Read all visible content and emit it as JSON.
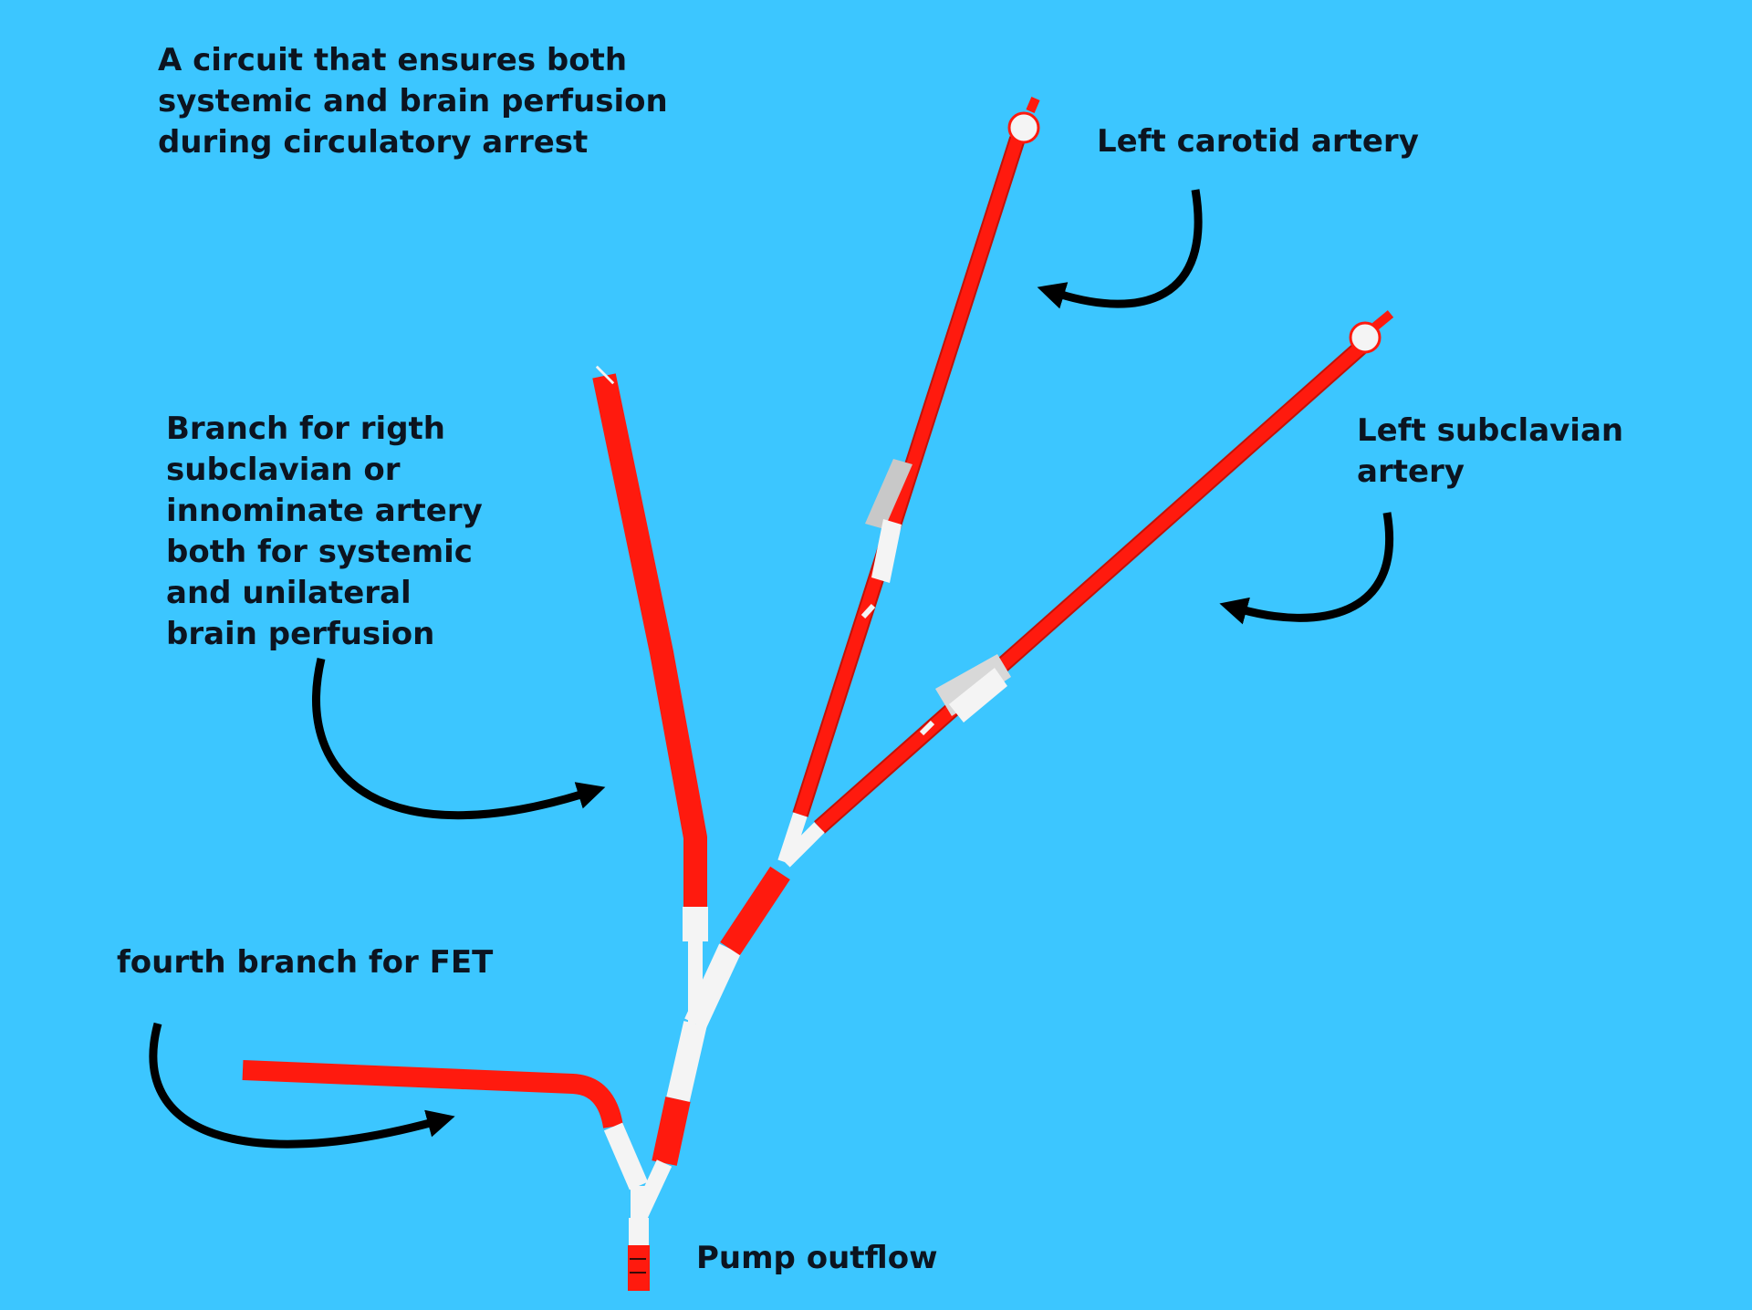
{
  "title_lines": [
    "A circuit that ensures both",
    "systemic and brain perfusion",
    "during circulatory arrest"
  ],
  "labels": {
    "left_carotid": [
      "Left carotid artery"
    ],
    "left_subclavian": [
      "Left subclavian",
      "artery"
    ],
    "right_branch": [
      "Branch for rigth",
      "subclavian or",
      "innominate artery",
      "both for systemic",
      "and unilateral",
      "brain perfusion"
    ],
    "fourth_branch": [
      "fourth branch for FET"
    ],
    "pump_outflow": [
      "Pump outflow"
    ]
  },
  "colors": {
    "background": "#3cc6ff",
    "tube_red": "#ff1a0e",
    "tube_dark_edge": "#c21208",
    "connector_white": "#f4f4f4",
    "arrow_black": "#000000",
    "text": "#0c1420"
  }
}
